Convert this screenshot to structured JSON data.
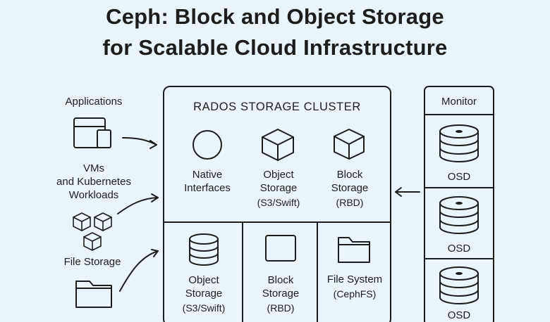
{
  "title_line1": "Ceph: Block and Object Storage",
  "title_line2": "for Scalable Cloud Infrastructure",
  "left": {
    "applications": "Applications",
    "vms_line1": "VMs",
    "vms_line2": "and Kubernetes",
    "vms_line3": "Workloads",
    "file_storage": "File Storage"
  },
  "cluster": {
    "title": "RADOS STORAGE CLUSTER",
    "top": [
      {
        "line1": "Native",
        "line2": "Interfaces",
        "line3": ""
      },
      {
        "line1": "Object",
        "line2": "Storage",
        "line3": "(S3/Swift)"
      },
      {
        "line1": "Block",
        "line2": "Storage",
        "line3": "(RBD)"
      }
    ],
    "bottom": [
      {
        "line1": "Object",
        "line2": "Storage",
        "line3": "(S3/Swift)"
      },
      {
        "line1": "Block",
        "line2": "Storage",
        "line3": "(RBD)"
      },
      {
        "line1": "File System",
        "line2": "(CephFS)",
        "line3": ""
      }
    ]
  },
  "right": {
    "monitor": "Monitor",
    "osd_labels": [
      "OSD",
      "OSD",
      "OSD"
    ]
  },
  "icons": {
    "app_window": "application-window-icon",
    "cubes": "stacked-cubes-icon",
    "folder": "folder-icon",
    "circle": "circle-icon",
    "cube": "cube-icon",
    "database": "database-icon",
    "square": "square-icon",
    "disk": "disk-stack-icon"
  }
}
